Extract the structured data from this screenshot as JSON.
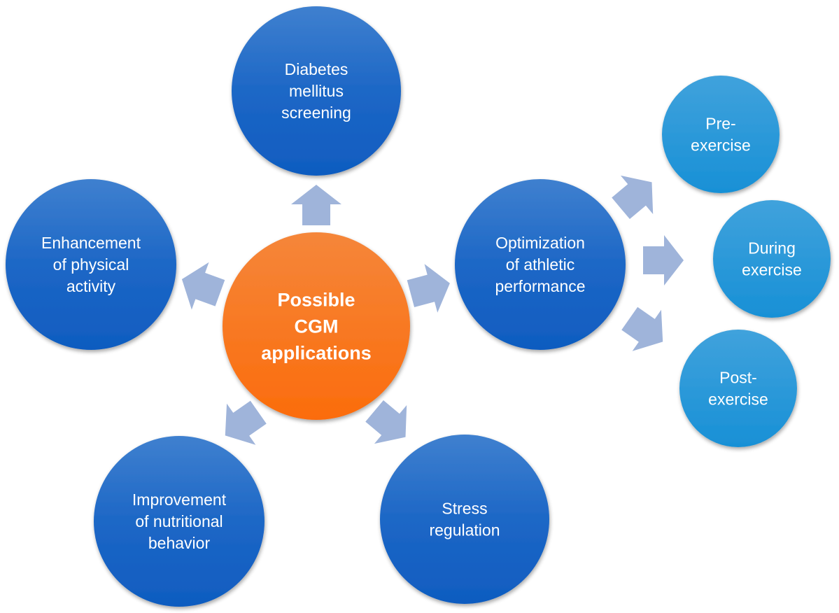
{
  "diagram": {
    "center": {
      "id": "center",
      "lines": [
        "Possible",
        "CGM",
        "applications"
      ],
      "bold": true,
      "color": "#f47420"
    },
    "nodes": [
      {
        "id": "diabetes",
        "lines": [
          "Diabetes",
          "mellitus",
          "screening"
        ]
      },
      {
        "id": "physical",
        "lines": [
          "Enhancement",
          "of physical",
          "activity"
        ]
      },
      {
        "id": "athletic",
        "lines": [
          "Optimization",
          "of athletic",
          "performance"
        ]
      },
      {
        "id": "nutrition",
        "lines": [
          "Improvement",
          "of nutritional",
          "behavior"
        ]
      },
      {
        "id": "stress",
        "lines": [
          "Stress",
          "regulation"
        ]
      }
    ],
    "sub_nodes": [
      {
        "id": "pre",
        "lines": [
          "Pre-",
          "exercise"
        ]
      },
      {
        "id": "during",
        "lines": [
          "During",
          "exercise"
        ]
      },
      {
        "id": "post",
        "lines": [
          "Post-",
          "exercise"
        ]
      }
    ],
    "edges": [
      {
        "from": "center",
        "to": "diabetes"
      },
      {
        "from": "center",
        "to": "physical"
      },
      {
        "from": "center",
        "to": "athletic"
      },
      {
        "from": "center",
        "to": "nutrition"
      },
      {
        "from": "center",
        "to": "stress"
      },
      {
        "from": "athletic",
        "to": "pre"
      },
      {
        "from": "athletic",
        "to": "during"
      },
      {
        "from": "athletic",
        "to": "post"
      }
    ],
    "colors": {
      "primary_blue": "#1a64c4",
      "light_blue": "#2a98da",
      "orange": "#f47420",
      "arrow": "#9fb4da"
    }
  }
}
